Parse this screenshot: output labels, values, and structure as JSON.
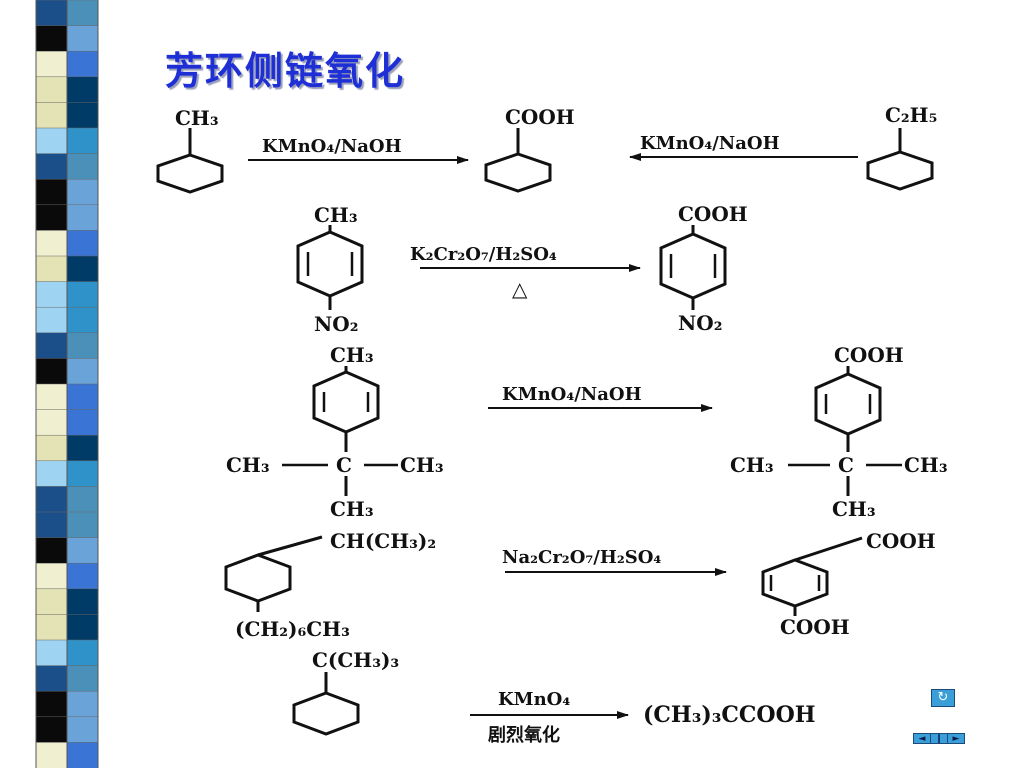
{
  "slide": {
    "title": "芳环侧链氧化",
    "stripe_colors": [
      "#1b4f8a",
      "#2f93c9",
      "#e3e3b5",
      "#3a74d4",
      "#0a0a0a",
      "#4a90b8",
      "#9fd3f2",
      "#003a66",
      "#f0f0d0",
      "#6aa3d8"
    ]
  },
  "reactions": [
    {
      "id": "r1",
      "left_reactant": {
        "substituent": "CH₃"
      },
      "left_reagent": "KMnO₄/NaOH",
      "product": {
        "substituent": "COOH"
      },
      "right_reagent": "KMnO₄/NaOH",
      "right_reactant": {
        "substituent": "C₂H₅"
      }
    },
    {
      "id": "r2",
      "reactant": {
        "top": "CH₃",
        "bottom": "NO₂"
      },
      "reagent": "K₂Cr₂O₇/H₂SO₄",
      "condition": "△",
      "product": {
        "top": "COOH",
        "bottom": "NO₂"
      }
    },
    {
      "id": "r3",
      "reactant": {
        "top": "CH₃",
        "left": "CH₃",
        "center": "C",
        "right": "CH₃",
        "bottom": "CH₃"
      },
      "reagent": "KMnO₄/NaOH",
      "product": {
        "top": "COOH",
        "left": "CH₃",
        "center": "C",
        "right": "CH₃",
        "bottom": "CH₃"
      }
    },
    {
      "id": "r4",
      "reactant": {
        "top": "CH(CH₃)₂",
        "bottom": "(CH₂)₆CH₃"
      },
      "reagent": "Na₂Cr₂O₇/H₂SO₄",
      "product": {
        "top": "COOH",
        "bottom": "COOH"
      }
    },
    {
      "id": "r5",
      "reactant": {
        "top": "C(CH₃)₃"
      },
      "reagent": "KMnO₄",
      "condition": "剧烈氧化",
      "product": "(CH₃)₃CCOOH"
    }
  ],
  "nav": {
    "return_icon": "↻",
    "prev": "◄",
    "pause": "❙",
    "next": "►"
  }
}
